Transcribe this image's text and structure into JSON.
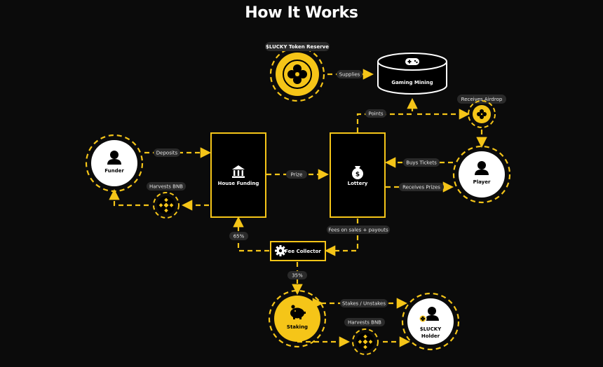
{
  "title": "How It Works",
  "colors": {
    "background": "#0b0b0b",
    "accent": "#f5c518",
    "pill_bg": "#2a2a2a",
    "node_white": "#ffffff",
    "node_dark": "#000000"
  },
  "nodes": {
    "token_reserve": "$LUCKY Token Reserve",
    "gaming_mining": "Gaming Mining",
    "receives_airdrop": "Receives Airdrop",
    "funder": "Funder",
    "house_funding": "House Funding",
    "lottery": "Lottery",
    "player": "Player",
    "fee_collector": "Fee Collector",
    "staking": "Staking",
    "holder_line1": "$LUCKY",
    "holder_line2": "Holder"
  },
  "edges": {
    "supplies": "Supplies",
    "points": "Points",
    "deposits": "Deposits",
    "prize": "Prize",
    "buys_tickets": "Buys Tickets",
    "receives_prizes": "Receives Prizes",
    "harvests_bnb_left": "Harvests BNB",
    "fees": "Fees on sales + payouts",
    "pct_65": "65%",
    "pct_35": "35%",
    "stakes_unstakes": "Stakes / Unstakes",
    "harvests_bnb_bottom": "Harvests BNB"
  },
  "icons": {
    "token": "clover-token-icon",
    "gamepad": "gamepad-icon",
    "user": "user-icon",
    "bank": "bank-icon",
    "moneybag": "money-bag-icon",
    "gear": "gear-icon",
    "piggy": "piggy-bank-icon",
    "bnb": "bnb-icon"
  }
}
